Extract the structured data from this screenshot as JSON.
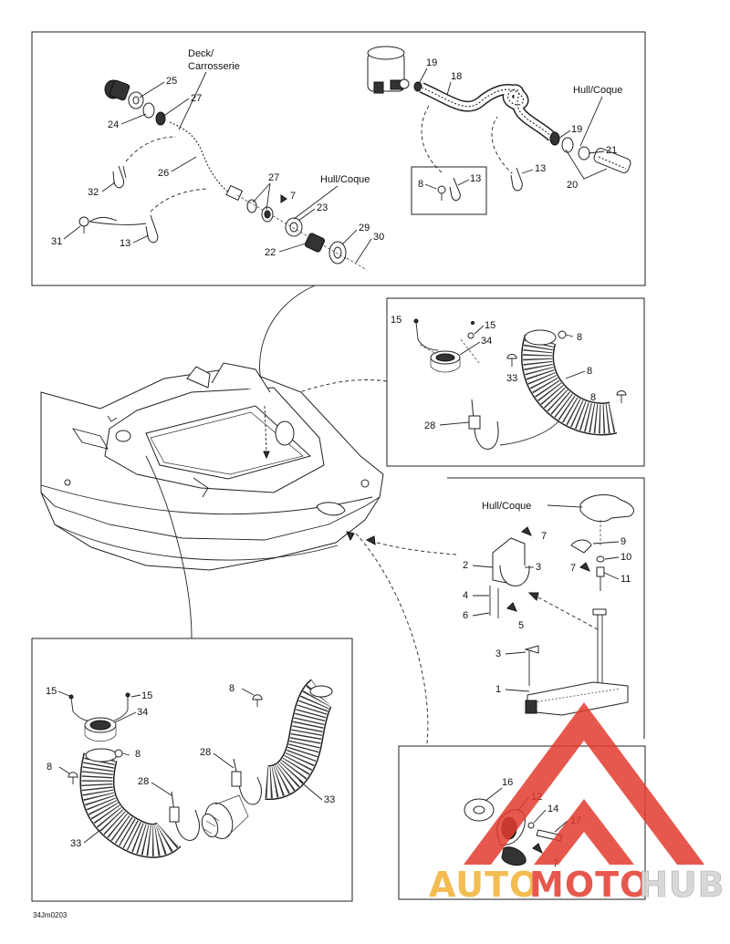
{
  "drawing_code": "34Jm0203",
  "watermark": {
    "auto": "AUTO",
    "moto": "MOTO",
    "hub": "HUB"
  },
  "colors": {
    "watermark_red": "#e23b2e",
    "watermark_yellow": "#f2b234",
    "line": "#222222"
  },
  "top_panel": {
    "deck_label": "Deck/",
    "deck_label_2": "Carrosserie",
    "hull_label_a": "Hull/Coque",
    "hull_label_b": "Hull/Coque",
    "callouts": [
      "25",
      "27",
      "24",
      "26",
      "32",
      "13",
      "31",
      "27",
      "7",
      "23",
      "22",
      "29",
      "30",
      "19",
      "18",
      "19",
      "21",
      "20",
      "13",
      "8",
      "13"
    ]
  },
  "middle_panel": {
    "callouts": [
      "15",
      "15",
      "34",
      "8",
      "33",
      "8",
      "28",
      "8"
    ]
  },
  "right_panel": {
    "hull_label": "Hull/Coque",
    "callouts": [
      "7",
      "2",
      "3",
      "9",
      "10",
      "4",
      "11",
      "7",
      "6",
      "5",
      "3",
      "1"
    ]
  },
  "bottom_left_panel": {
    "callouts": [
      "15",
      "15",
      "34",
      "8",
      "8",
      "8",
      "28",
      "28",
      "33",
      "33"
    ]
  },
  "bottom_right_panel": {
    "callouts": [
      "16",
      "12",
      "14",
      "17",
      "7"
    ]
  }
}
